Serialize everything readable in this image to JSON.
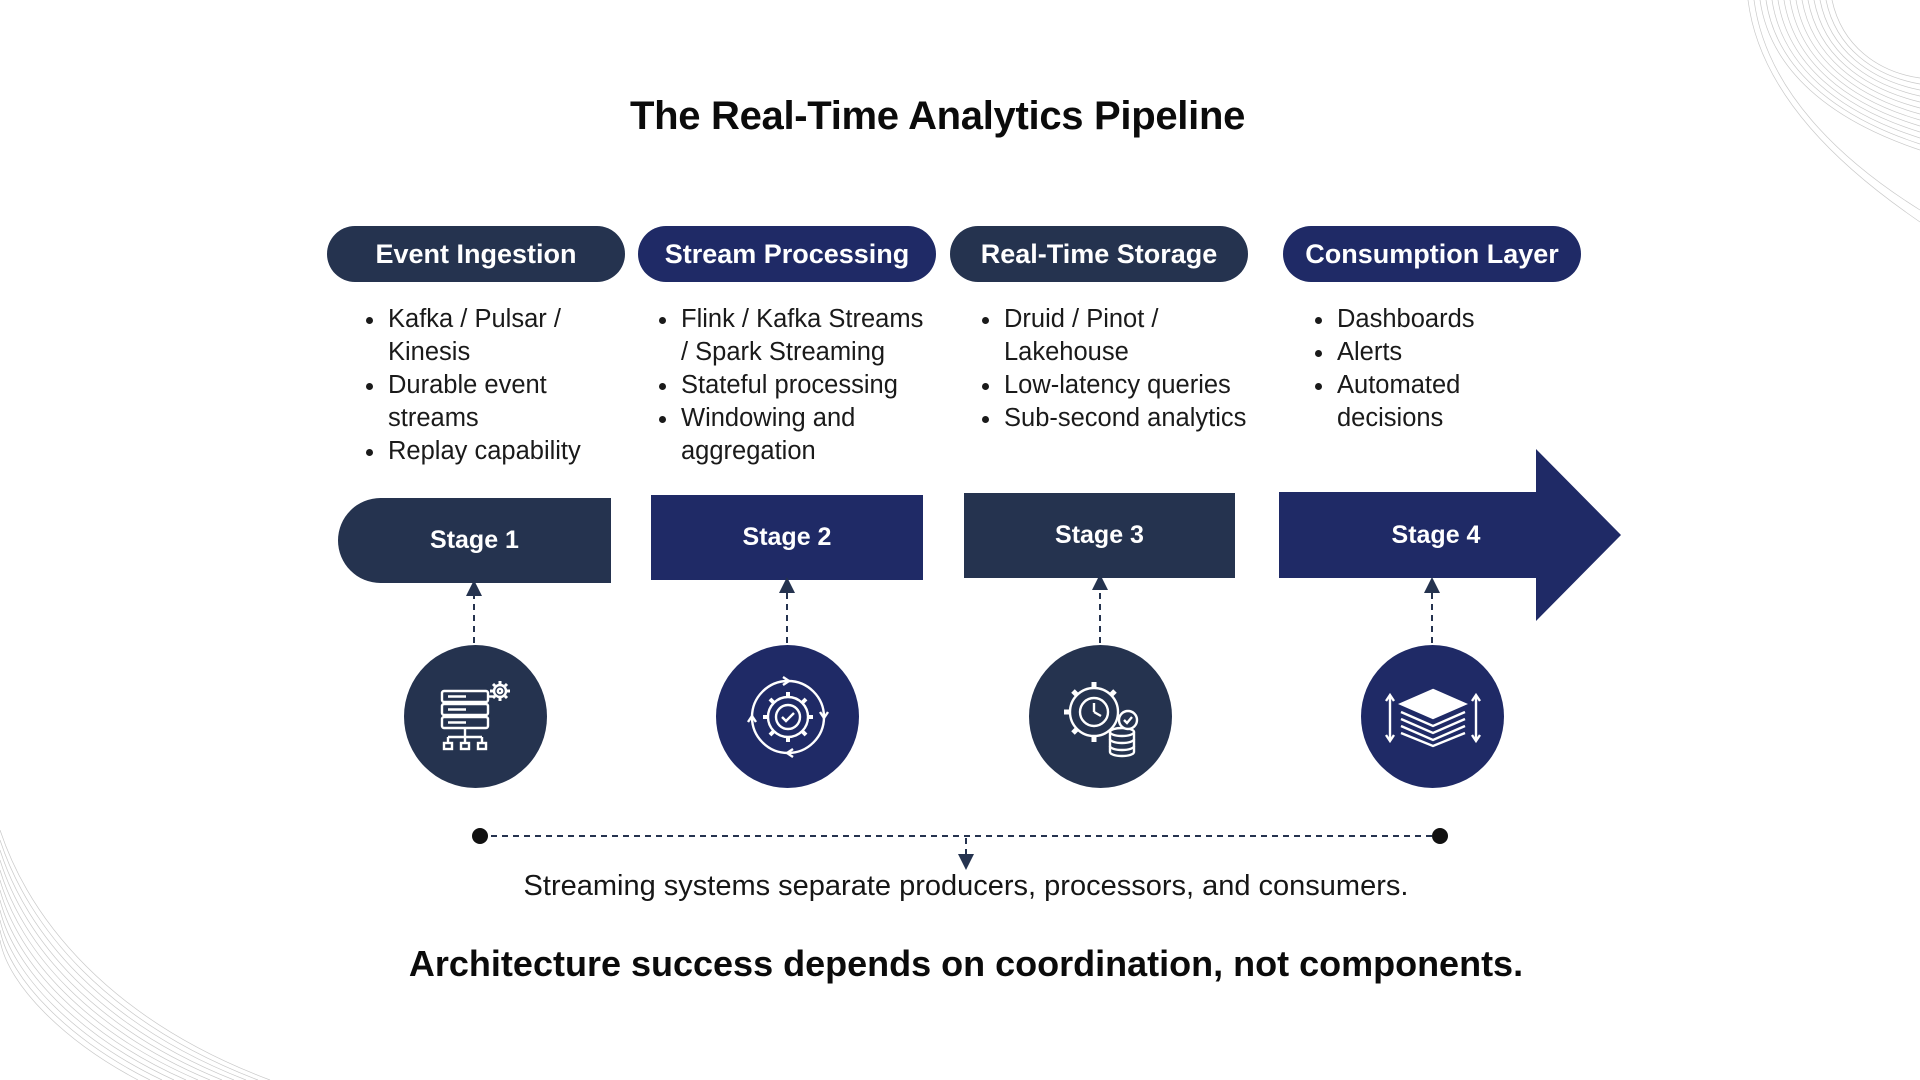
{
  "title": "The Real-Time Analytics Pipeline",
  "colors": {
    "dark_slate": "#25334f",
    "navy": "#1f2a66",
    "text": "#111111",
    "background": "#ffffff"
  },
  "stages": [
    {
      "heading": "Event Ingestion",
      "bullets": [
        "Kafka / Pulsar / Kinesis",
        "Durable event streams",
        "Replay capability"
      ],
      "stage_label": "Stage 1",
      "icon": "server-gear-icon"
    },
    {
      "heading": "Stream Processing",
      "bullets": [
        "Flink / Kafka Streams / Spark Streaming",
        "Stateful processing",
        "Windowing and aggregation"
      ],
      "stage_label": "Stage 2",
      "icon": "gear-cycle-check-icon"
    },
    {
      "heading": "Real-Time Storage",
      "bullets": [
        "Druid / Pinot / Lakehouse",
        "Low-latency queries",
        "Sub-second analytics"
      ],
      "stage_label": "Stage 3",
      "icon": "gear-clock-database-icon"
    },
    {
      "heading": "Consumption Layer",
      "bullets": [
        "Dashboards",
        "Alerts",
        "Automated decisions"
      ],
      "stage_label": "Stage 4",
      "icon": "layers-stack-icon"
    }
  ],
  "subtitle": "Streaming systems separate producers, processors, and consumers.",
  "closing": "Architecture success depends on coordination, not components."
}
